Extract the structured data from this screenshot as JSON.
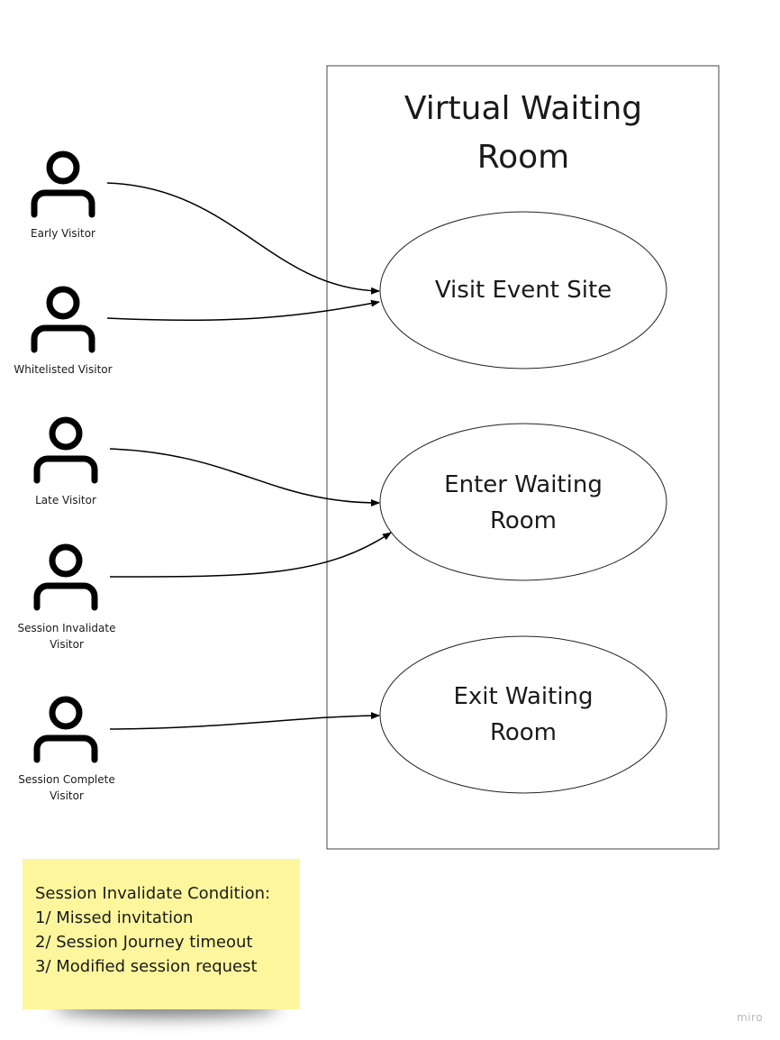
{
  "system": {
    "title_line1": "Virtual Waiting",
    "title_line2": "Room"
  },
  "use_cases": [
    {
      "line1": "Visit Event Site",
      "line2": ""
    },
    {
      "line1": "Enter Waiting",
      "line2": "Room"
    },
    {
      "line1": "Exit Waiting",
      "line2": "Room"
    }
  ],
  "actors": [
    {
      "line1": "Early Visitor",
      "line2": "",
      "icon": "person-icon"
    },
    {
      "line1": "Whitelisted Visitor",
      "line2": "",
      "icon": "person-icon"
    },
    {
      "line1": "Late Visitor",
      "line2": "",
      "icon": "person-icon"
    },
    {
      "line1": "Session Invalidate",
      "line2": "Visitor",
      "icon": "person-icon"
    },
    {
      "line1": "Session Complete",
      "line2": "Visitor",
      "icon": "person-icon"
    }
  ],
  "note": {
    "lines": [
      "Session Invalidate Condition:",
      "1/ Missed invitation",
      "2/ Session Journey timeout",
      "3/ Modified session request"
    ],
    "color": "#fef69d"
  },
  "watermark": "miro"
}
